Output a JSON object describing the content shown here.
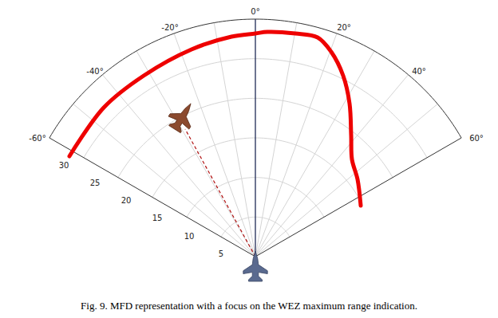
{
  "diagram": {
    "caption": "Fig. 9. MFD representation with a focus on the WEZ maximum range indication.",
    "labels": [
      "-60°",
      "-40°",
      "-20°",
      "0°",
      "20°",
      "40°",
      "60°",
      "5",
      "10",
      "15",
      "20",
      "25",
      "30"
    ]
  }
}
